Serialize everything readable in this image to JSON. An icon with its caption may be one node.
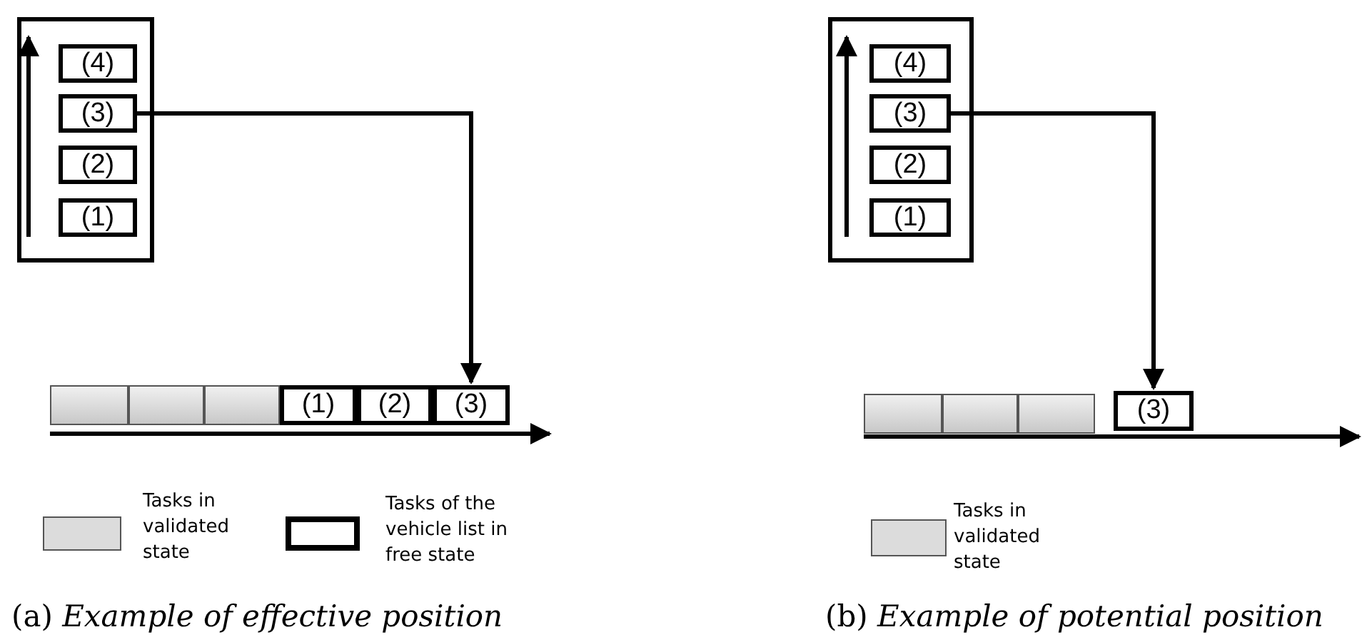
{
  "diagram": {
    "nodes": [
      {
        "text": [],
        "shape": "box"
      },
      {
        "text": [
          "(4)"
        ],
        "in": 0
      },
      {
        "text": [
          "(3)"
        ],
        "in": 0
      },
      {
        "text": [
          "(2)"
        ],
        "in": 0
      },
      {
        "text": [
          "(1)"
        ],
        "in": 0
      },
      {
        "text": [],
        "shape": "box"
      },
      {
        "text": [],
        "shape": "box"
      },
      {
        "text": [],
        "shape": "box"
      },
      {
        "text": [
          "(1)"
        ]
      },
      {
        "text": [
          "(2)"
        ]
      },
      {
        "text": [
          "(3)"
        ]
      },
      {
        "text": [],
        "shape": "box"
      },
      {
        "text": [
          "(4)"
        ],
        "in": 11
      },
      {
        "text": [
          "(3)"
        ],
        "in": 11
      },
      {
        "text": [
          "(2)"
        ],
        "in": 11
      },
      {
        "text": [
          "(1)"
        ],
        "in": 11
      },
      {
        "text": [],
        "shape": "box"
      },
      {
        "text": [],
        "shape": "box"
      },
      {
        "text": [],
        "shape": "box"
      },
      {
        "text": [
          "(3)"
        ]
      }
    ],
    "edges": [
      {
        "from": 2,
        "to": 10,
        "arrow": "to"
      },
      {
        "from": 13,
        "to": 19,
        "arrow": "to"
      }
    ],
    "labels": [
      "(a) *Example of effective position*",
      "(b) *Example of potential position*"
    ],
    "legend": [
      {
        "text": "Tasks in validated state",
        "color": "#dcdcdc"
      },
      {
        "text": "Tasks of the vehicle list in free state"
      },
      {
        "text": "Tasks in validated state",
        "color": "#dcdcdc"
      }
    ]
  }
}
